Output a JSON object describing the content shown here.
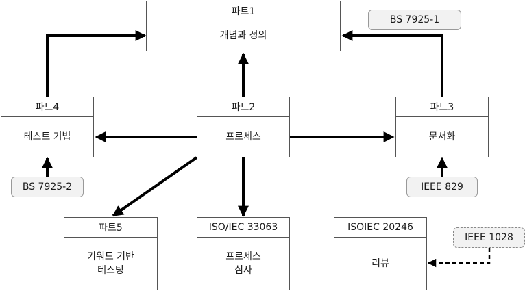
{
  "boxes": {
    "part1": {
      "header": "파트1",
      "body": "개념과 정의"
    },
    "part2": {
      "header": "파트2",
      "body": "프로세스"
    },
    "part3": {
      "header": "파트3",
      "body": "문서화"
    },
    "part4": {
      "header": "파트4",
      "body": "테스트 기법"
    },
    "part5": {
      "header": "파트5",
      "body": "키워드 기반\n테스팅"
    },
    "iso33063": {
      "header": "ISO/IEC 33063",
      "body": "프로세스\n심사"
    },
    "iso20246": {
      "header": "ISOIEC 20246",
      "body": "리뷰"
    }
  },
  "tags": {
    "bs7925_1": "BS 7925-1",
    "bs7925_2": "BS 7925-2",
    "ieee829": "IEEE 829",
    "ieee1028": "IEEE 1028"
  }
}
